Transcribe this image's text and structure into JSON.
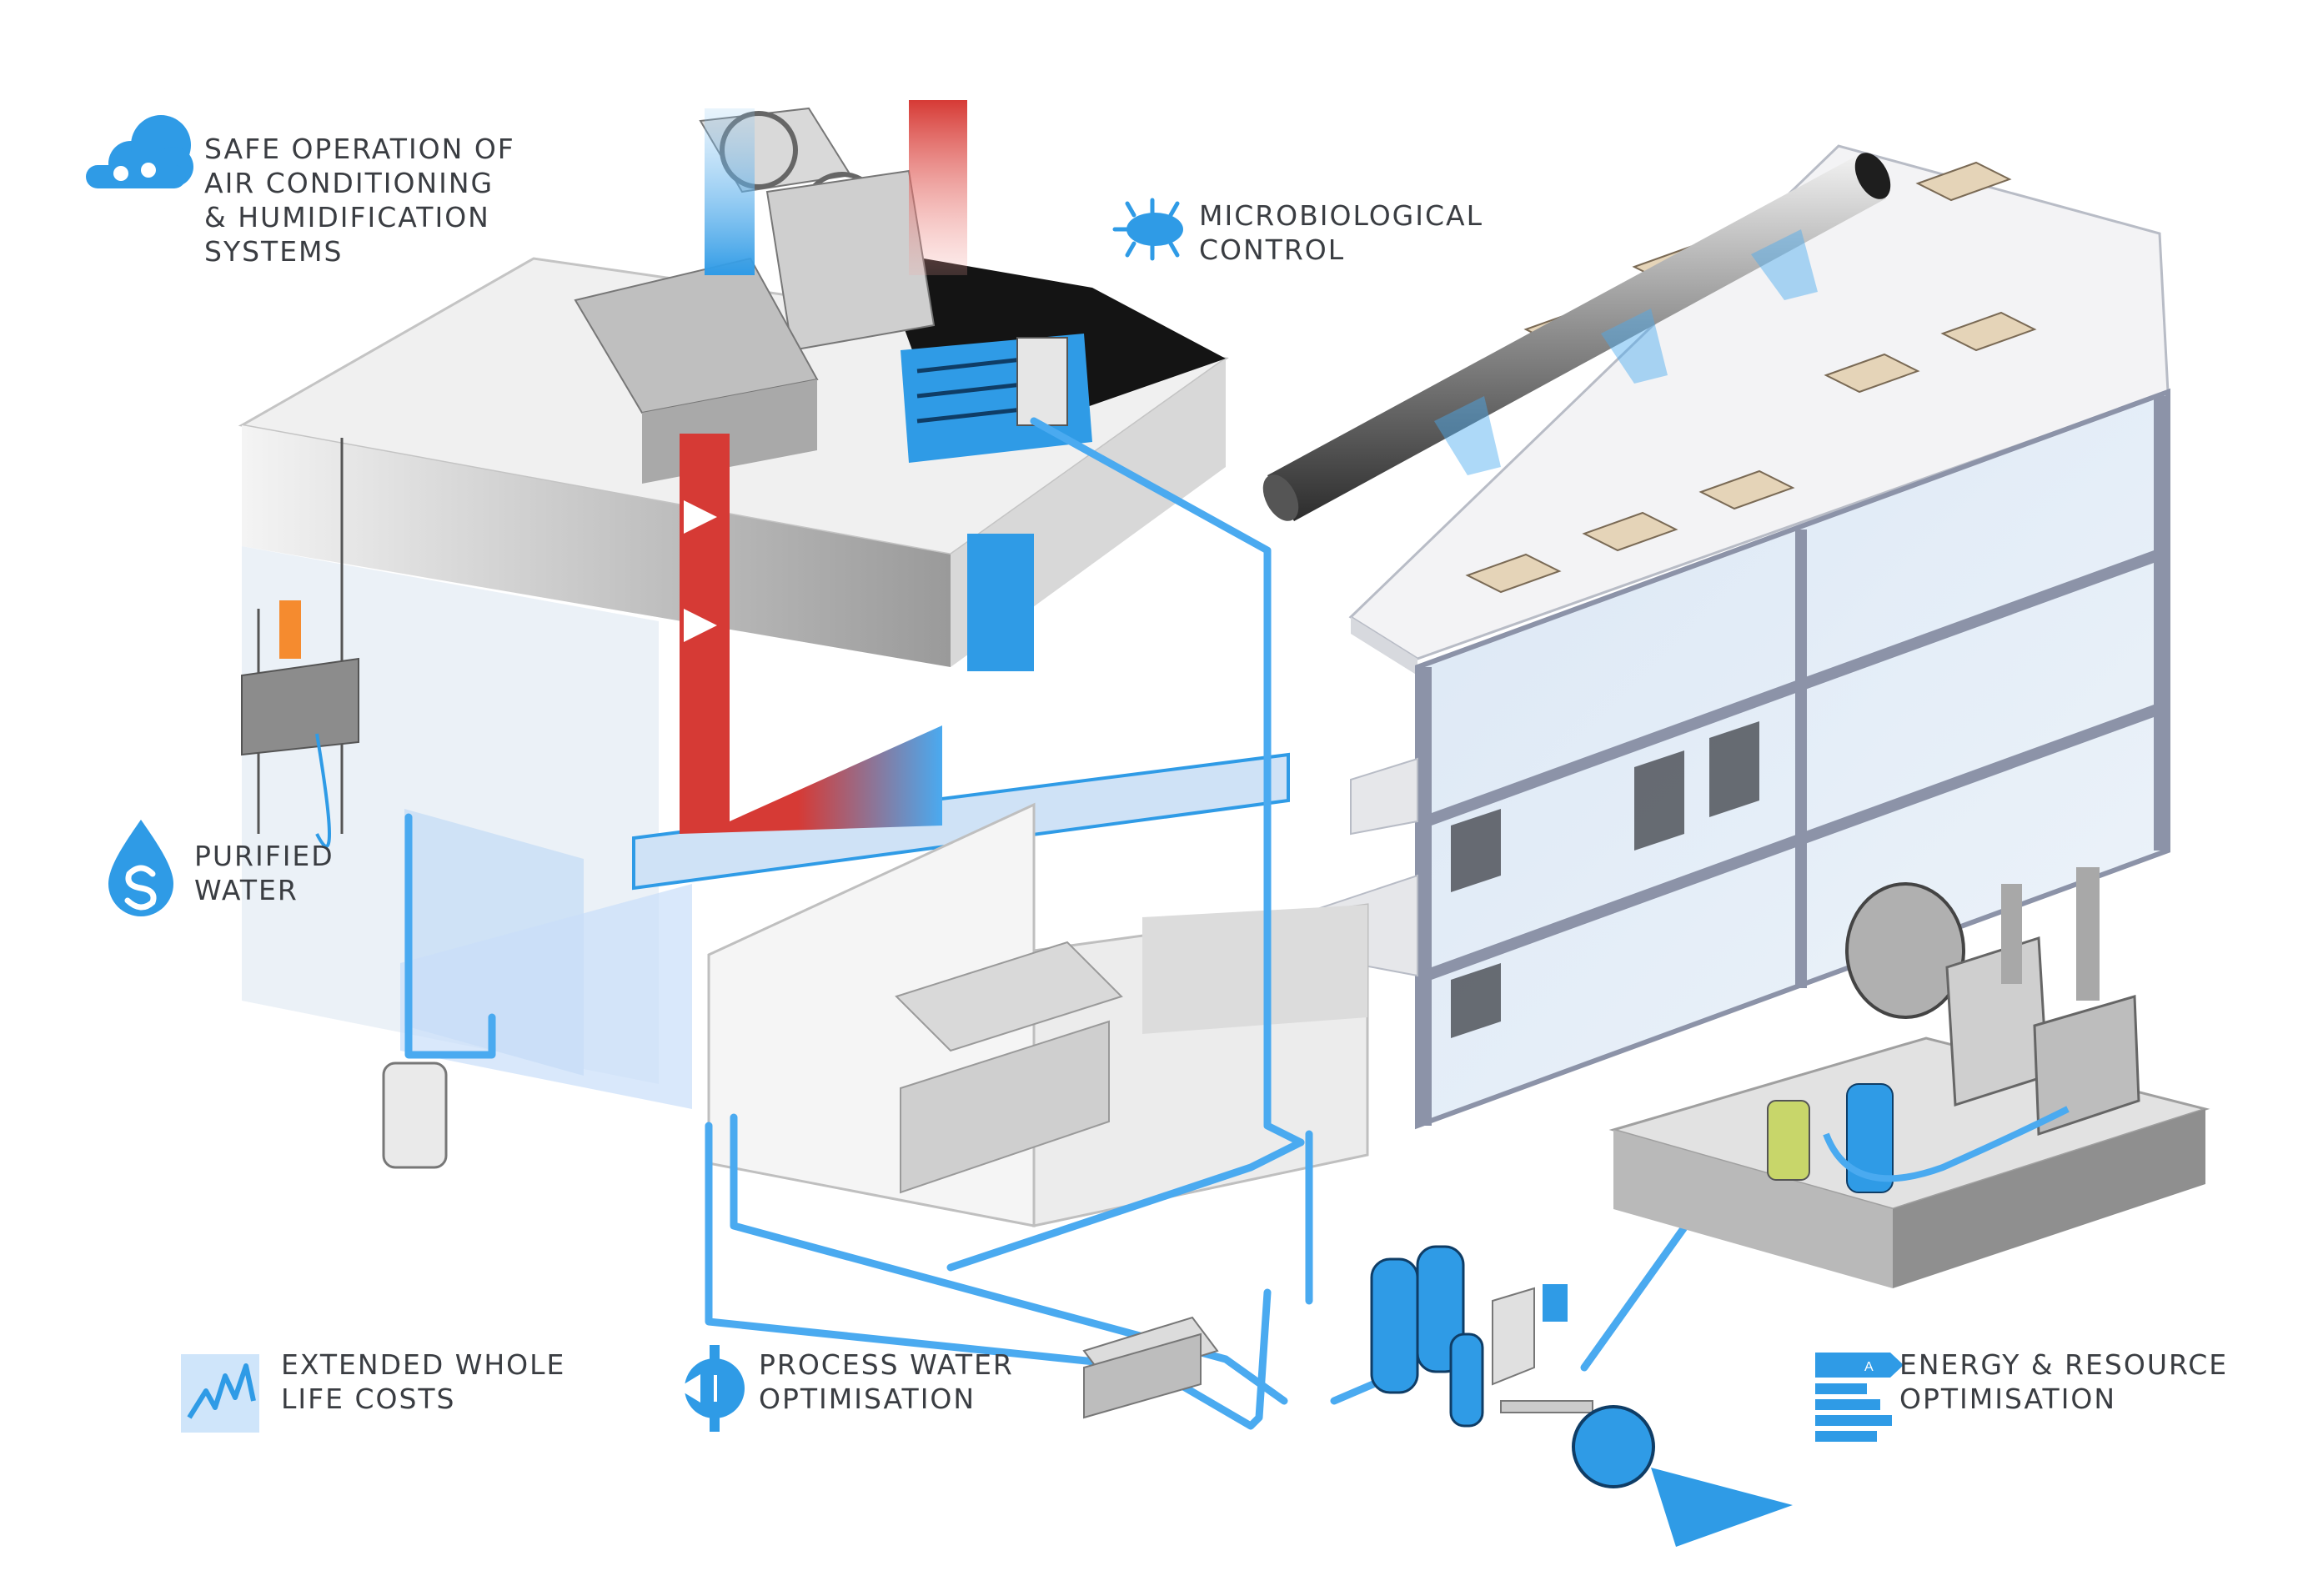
{
  "colors": {
    "accent": "#2f9be6",
    "pipe": "#4aaaf0",
    "heat": "#d63a35",
    "text": "#3a3d42",
    "frame": "#8c93a8"
  },
  "labels": {
    "air_conditioning": [
      "SAFE OPERATION OF",
      "AIR CONDITIONING",
      "& HUMIDIFICATION",
      "SYSTEMS"
    ],
    "microbiological": [
      "MICROBIOLOGICAL",
      "CONTROL"
    ],
    "purified_water": [
      "PURIFIED",
      "WATER"
    ],
    "whole_life_costs": [
      "EXTENDED WHOLE",
      "LIFE COSTS"
    ],
    "process_water": [
      "PROCESS WATER",
      "OPTIMISATION"
    ],
    "energy_resource": [
      "ENERGY & RESOURCE",
      "OPTIMISATION"
    ]
  },
  "icons": {
    "air_conditioning": "cloud-icon",
    "microbiological": "bacteria-icon",
    "purified_water": "water-drop-icon",
    "whole_life_costs": "cost-chart-icon",
    "process_water": "process-valve-icon",
    "energy_resource": "energy-rating-icon"
  },
  "energy_rating_letter": "A"
}
